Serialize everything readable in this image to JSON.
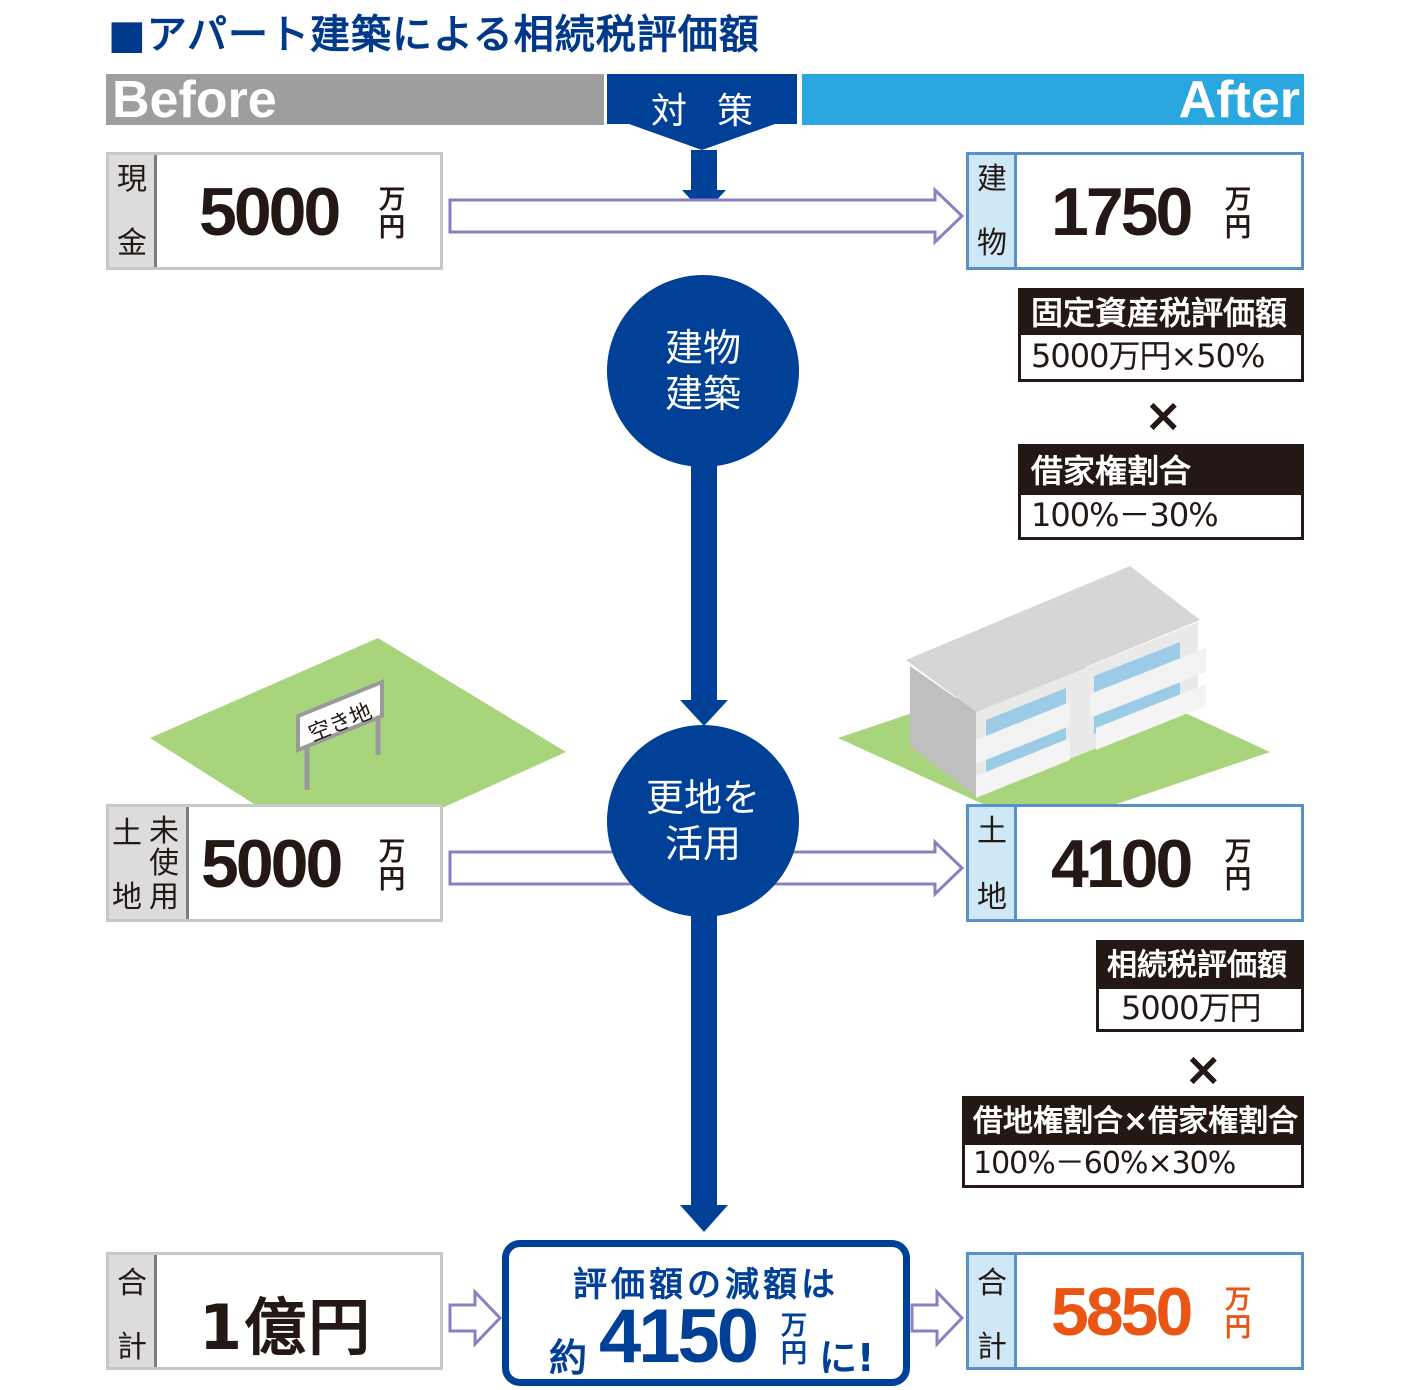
{
  "title": "■アパート建築による相続税評価額",
  "before_label": "Before",
  "after_label": "After",
  "taisaku_label": "対策",
  "colors": {
    "navy": "#004097",
    "light_blue": "#2ba7e0",
    "gray": "#9e9e9e",
    "orange": "#ea5514",
    "green": "#a8d57c"
  },
  "before": {
    "cash": {
      "label_chars": [
        "現",
        "金"
      ],
      "amount": "5000",
      "unit": [
        "万",
        "円"
      ]
    },
    "land": {
      "label_chars": [
        "土",
        "地",
        "未",
        "使",
        "用"
      ],
      "amount": "5000",
      "unit": [
        "万",
        "円"
      ]
    },
    "total": {
      "label_chars": [
        "合",
        "計"
      ],
      "amount": "1億円"
    }
  },
  "after": {
    "building": {
      "label_chars": [
        "建",
        "物"
      ],
      "amount": "1750",
      "unit": [
        "万",
        "円"
      ]
    },
    "land": {
      "label_chars": [
        "土",
        "地"
      ],
      "amount": "4100",
      "unit": [
        "万",
        "円"
      ]
    },
    "total": {
      "label_chars": [
        "合",
        "計"
      ],
      "amount": "5850",
      "unit": [
        "万",
        "円"
      ]
    }
  },
  "steps": {
    "build": [
      "建物",
      "建築"
    ],
    "vacant": [
      "更地を",
      "活用"
    ]
  },
  "sign_text": "空き地",
  "formula_building": {
    "h1": "固定資産税評価額",
    "v1": "5000万円×50%",
    "times": "×",
    "h2": "借家権割合",
    "v2": "100%－30%"
  },
  "formula_land": {
    "h1": "相続税評価額",
    "v1": "5000万円",
    "times": "×",
    "h2": "借地権割合×借家権割合",
    "v2": "100%－60%×30%"
  },
  "result": {
    "line1": "評価額の減額は",
    "prefix": "約",
    "amount": "4150",
    "unit": [
      "万",
      "円"
    ],
    "suffix": "に!"
  }
}
